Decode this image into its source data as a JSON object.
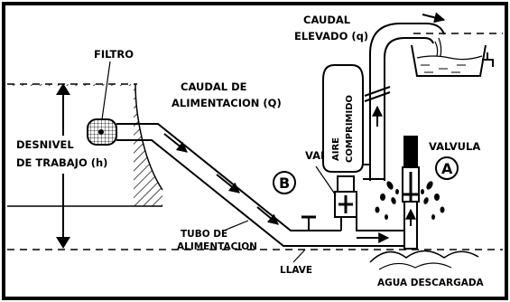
{
  "labels": {
    "filtro": "FILTRO",
    "caudal_alimentacion_1": "CAUDAL DE",
    "caudal_alimentacion_2": "ALIMENTACION (Q)",
    "desnivel_1": "DESNIVEL",
    "desnivel_2": "DE TRABAJO (h)",
    "caudal_elevado_1": "CAUDAL",
    "caudal_elevado_2": "ELEVADO (q)",
    "aire": "AIRE",
    "comprimido": "COMPRIMIDO",
    "valvula_b": "VALVULA",
    "valvula_a": "VALVULA",
    "marker_b": "B",
    "marker_a": "A",
    "tubo_1": "TUBO DE",
    "tubo_2": "ALIMENTACION",
    "llave": "LLAVE",
    "agua_descargada": "AGUA DESCARGADA"
  },
  "colors": {
    "ink": "#000000",
    "background": "#ffffff"
  }
}
